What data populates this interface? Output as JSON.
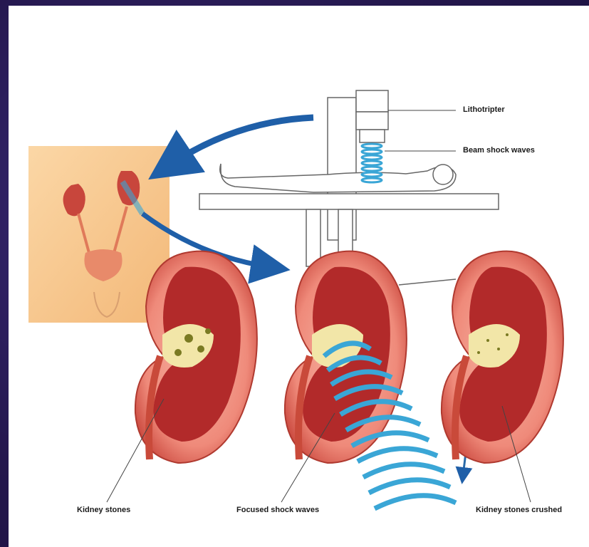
{
  "labels": {
    "lithotripter": "Lithotripter",
    "beam_shock_waves": "Beam shock waves",
    "kidney_stones": "Kidney stones",
    "focused_shock_waves": "Focused shock waves",
    "kidney_stones_crushed": "Kidney stones crushed"
  },
  "colors": {
    "background_frame": "#24174d",
    "panel": "#ffffff",
    "skin": "#f7c48a",
    "kidney_outer": "#f08a7a",
    "kidney_inner": "#b22a2a",
    "stones": "#8a8a2a",
    "waves": "#3aa6d6",
    "arrow": "#1f5fa8",
    "outline": "#555555"
  }
}
